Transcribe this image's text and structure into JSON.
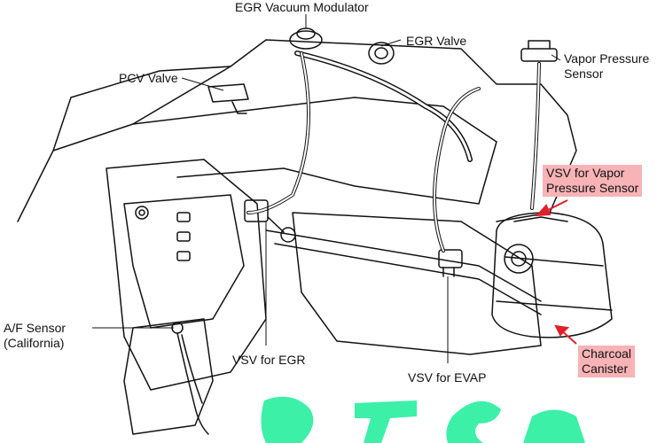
{
  "labels": {
    "egr_vacuum_modulator": "EGR Vacuum Modulator",
    "egr_valve": "EGR Valve",
    "pcv_valve": "PCV Valve",
    "vapor_pressure_sensor_line1": "Vapor Pressure",
    "vapor_pressure_sensor_line2": "Sensor",
    "vsv_vapor_line1": "VSV for Vapor",
    "vsv_vapor_line2": "Pressure Sensor",
    "af_sensor_line1": "A/F Sensor",
    "af_sensor_line2": "(California)",
    "vsv_egr": "VSV for EGR",
    "vsv_evap": "VSV for EVAP",
    "charcoal_line1": "Charcoal",
    "charcoal_line2": "Canister"
  },
  "colors": {
    "highlight": "#f7b3b6",
    "arrow": "#e0202a",
    "watermark": "#3cf0a8",
    "ink": "#111111"
  }
}
